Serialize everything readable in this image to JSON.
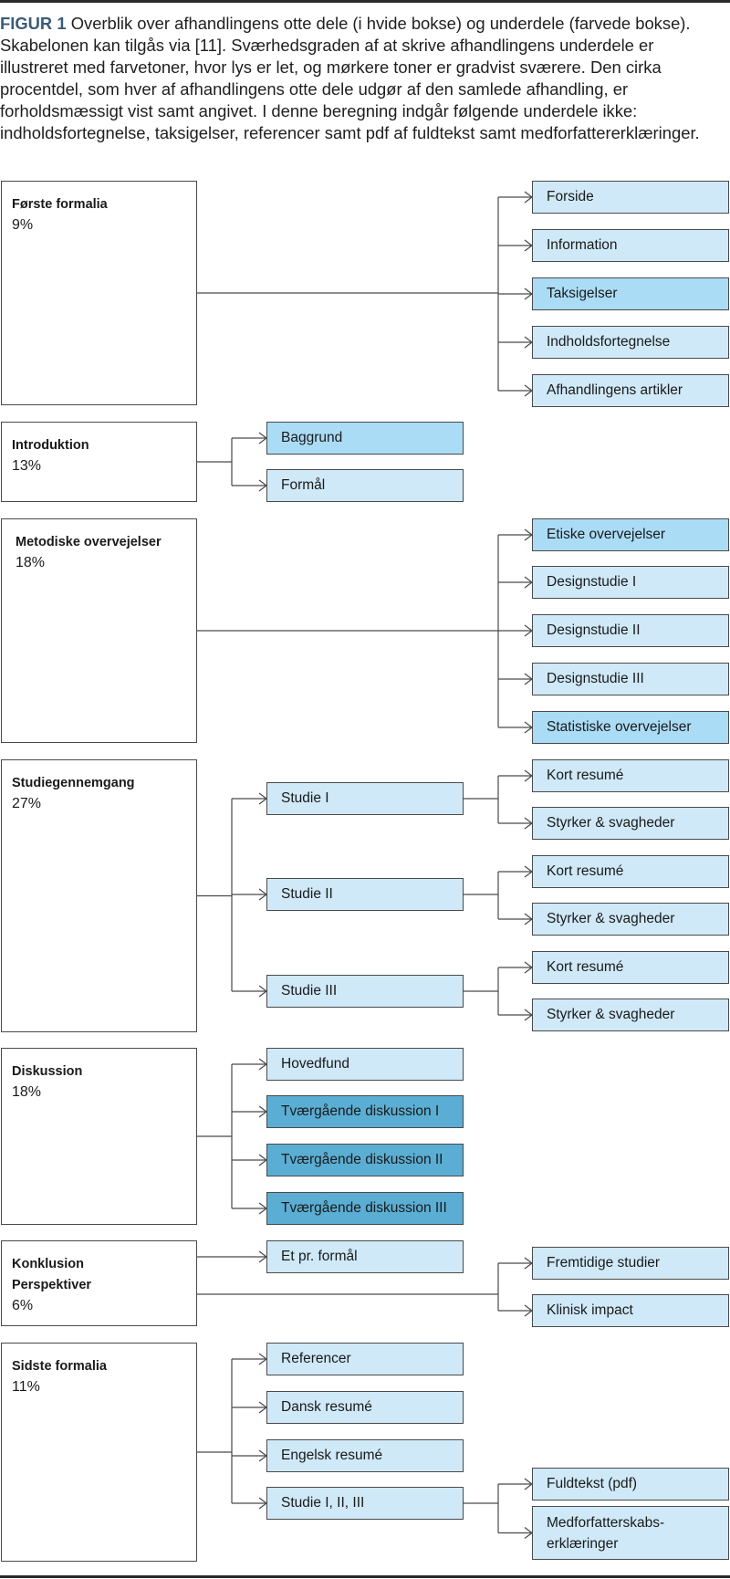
{
  "caption": {
    "label": "FIGUR 1",
    "lines": [
      "Overblik over afhandlingens otte dele (i hvide bokse) og underdele (farvede",
      "bokse). Skabelonen kan tilgås via [11]. Sværhedsgraden af at skrive afhandlingens",
      "underdele er illustreret med farvetoner, hvor lys er let, og mørkere toner er gradvist",
      "sværere. Den cirka procentdel, som hver af afhandlingens otte dele udgør af den",
      "samlede afhandling, er forholdsmæssigt vist samt angivet. I denne beregning indgår",
      "følgende underdele ikke: indholdsfortegnelse, taksigelser, referencer samt pdf af",
      "fuldtekst samt medforfattererklæringer."
    ]
  },
  "colors": {
    "light": "#cfe9f8",
    "medium": "#aadcf6",
    "dark": "#5aaed3",
    "line": "#4a4a4a",
    "caption_label": "#3a5c78"
  },
  "sections": [
    {
      "title": [
        "Første formalia"
      ],
      "percent": "9%",
      "children": [
        {
          "label": "Forside",
          "shade": "light"
        },
        {
          "label": "Information",
          "shade": "light"
        },
        {
          "label": "Taksigelser",
          "shade": "medium"
        },
        {
          "label": "Indholdsfortegnelse",
          "shade": "light"
        },
        {
          "label": "Afhandlingens artikler",
          "shade": "light"
        }
      ]
    },
    {
      "title": [
        "Introduktion"
      ],
      "percent": "13%",
      "children": [
        {
          "label": "Baggrund",
          "shade": "medium"
        },
        {
          "label": "Formål",
          "shade": "light"
        }
      ]
    },
    {
      "title": [
        "Metodiske overvejelser"
      ],
      "percent": "18%",
      "children": [
        {
          "label": "Etiske overvejelser",
          "shade": "medium"
        },
        {
          "label": "Designstudie I",
          "shade": "light"
        },
        {
          "label": "Designstudie II",
          "shade": "light"
        },
        {
          "label": "Designstudie III",
          "shade": "light"
        },
        {
          "label": "Statistiske overvejelser",
          "shade": "medium"
        }
      ]
    },
    {
      "title": [
        "Studiegennemgang"
      ],
      "percent": "27%",
      "children": [
        {
          "label": "Studie I",
          "shade": "light",
          "children": [
            {
              "label": "Kort resumé",
              "shade": "light"
            },
            {
              "label": "Styrker & svagheder",
              "shade": "light"
            }
          ]
        },
        {
          "label": "Studie II",
          "shade": "light",
          "children": [
            {
              "label": "Kort resumé",
              "shade": "light"
            },
            {
              "label": "Styrker & svagheder",
              "shade": "light"
            }
          ]
        },
        {
          "label": "Studie III",
          "shade": "light",
          "children": [
            {
              "label": "Kort resumé",
              "shade": "light"
            },
            {
              "label": "Styrker & svagheder",
              "shade": "light"
            }
          ]
        }
      ]
    },
    {
      "title": [
        "Diskussion"
      ],
      "percent": "18%",
      "children": [
        {
          "label": "Hovedfund",
          "shade": "light"
        },
        {
          "label": "Tværgående diskussion I",
          "shade": "dark"
        },
        {
          "label": "Tværgående diskussion II",
          "shade": "dark"
        },
        {
          "label": "Tværgående diskussion III",
          "shade": "dark"
        }
      ]
    },
    {
      "title": [
        "Konklusion",
        "Perspektiver"
      ],
      "percent": "6%",
      "children": [
        {
          "label": "Et pr. formål",
          "shade": "light"
        },
        {
          "label": "Fremtidige studier",
          "shade": "light"
        },
        {
          "label": "Klinisk impact",
          "shade": "light"
        }
      ]
    },
    {
      "title": [
        "Sidste formalia"
      ],
      "percent": "11%",
      "children": [
        {
          "label": "Referencer",
          "shade": "light"
        },
        {
          "label": "Dansk resumé",
          "shade": "light"
        },
        {
          "label": "Engelsk resumé",
          "shade": "light"
        },
        {
          "label": "Studie I, II, III",
          "shade": "light",
          "children": [
            {
              "label": "Fuldtekst (pdf)",
              "shade": "light"
            },
            {
              "label": "Medforfatterskabs-\nerklæringer",
              "shade": "light"
            }
          ]
        }
      ]
    }
  ]
}
